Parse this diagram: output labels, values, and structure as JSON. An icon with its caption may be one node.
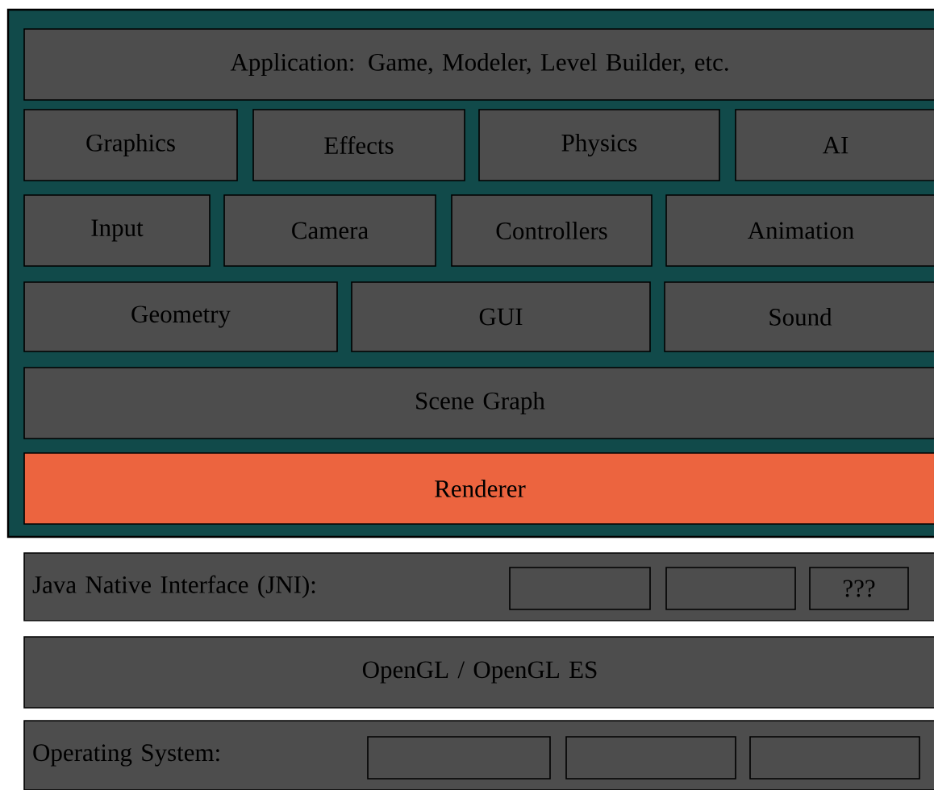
{
  "diagram": {
    "nodes": [
      {
        "text": [],
        "shape": "box"
      },
      {
        "text": [
          "Application:  Game, Modeler, Level Builder, etc."
        ],
        "in": 0
      },
      {
        "text": [
          "Graphics"
        ],
        "in": 0
      },
      {
        "text": [
          "Effects"
        ],
        "in": 0
      },
      {
        "text": [
          "Physics"
        ],
        "in": 0
      },
      {
        "text": [
          "AI"
        ],
        "in": 0
      },
      {
        "text": [
          "Input"
        ],
        "in": 0
      },
      {
        "text": [
          "Camera"
        ],
        "in": 0
      },
      {
        "text": [
          "Controllers"
        ],
        "in": 0
      },
      {
        "text": [
          "Animation"
        ],
        "in": 0
      },
      {
        "text": [
          "Geometry"
        ],
        "in": 0
      },
      {
        "text": [
          "GUI"
        ],
        "in": 0
      },
      {
        "text": [
          "Sound"
        ],
        "in": 0
      },
      {
        "text": [
          "Scene Graph"
        ],
        "in": 0
      },
      {
        "text": [
          "Renderer"
        ],
        "in": 0
      },
      {
        "text": [
          "Java Native Interface (JNI):"
        ]
      },
      {
        "text": [],
        "shape": "box",
        "in": 15
      },
      {
        "text": [],
        "shape": "box",
        "in": 15
      },
      {
        "text": [
          "???"
        ],
        "in": 15
      },
      {
        "text": [
          "OpenGL / OpenGL ES"
        ]
      },
      {
        "text": [
          "Operating System:"
        ]
      },
      {
        "text": [],
        "shape": "box",
        "in": 20
      },
      {
        "text": [],
        "shape": "box",
        "in": 20
      },
      {
        "text": [],
        "shape": "box",
        "in": 20
      }
    ]
  }
}
